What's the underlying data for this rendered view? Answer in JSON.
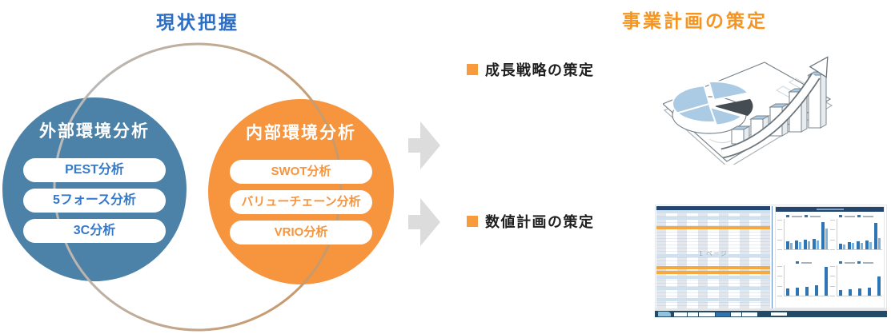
{
  "palette": {
    "blue_circle": "#4d82a8",
    "orange_circle": "#f6953e",
    "title_blue": "#2d6ec5",
    "title_orange": "#f7941e",
    "pill_blue_text": "#3579c8",
    "pill_orange_text": "#f6953e",
    "bullet_orange": "#f79b3d",
    "arrow_gray": "#dcdcdc",
    "outline_silver": "#b7bec4",
    "outline_tan": "#c8996b",
    "bar_blue": "#2e75b6",
    "bar_blue_light": "#7fb2dd"
  },
  "left_section": {
    "title": "現状把握",
    "external": {
      "title": "外部環境分析",
      "items": [
        "PEST分析",
        "5フォース分析",
        "3C分析"
      ]
    },
    "internal": {
      "title": "内部環境分析",
      "items": [
        "SWOT分析",
        "バリューチェーン分析",
        "VRIO分析"
      ]
    }
  },
  "right_section": {
    "title": "事業計画の策定",
    "bullets": [
      "成長戦略の策定",
      "数値計画の策定"
    ],
    "spreadsheet_thumbnail": {
      "watermark": "1 ページ",
      "mini_charts": [
        {
          "bars": [
            [
              10,
              8
            ],
            [
              11,
              9
            ],
            [
              12,
              10
            ],
            [
              13,
              11
            ],
            [
              34,
              26
            ]
          ]
        },
        {
          "bars": [
            [
              7,
              6
            ],
            [
              9,
              8
            ],
            [
              10,
              8
            ],
            [
              11,
              9
            ],
            [
              33,
              14
            ]
          ]
        },
        {
          "bars": [
            9,
            10,
            11,
            13,
            36
          ]
        },
        {
          "bars": [
            7,
            8,
            9,
            10,
            24
          ]
        }
      ]
    }
  }
}
